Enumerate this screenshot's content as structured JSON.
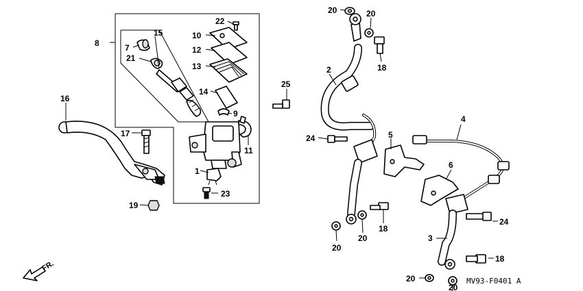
{
  "figure_code": "MV93-F0401 A",
  "direction_label": "FR.",
  "callouts": {
    "c1": "1",
    "c2": "2",
    "c3": "3",
    "c4": "4",
    "c5": "5",
    "c6": "6",
    "c7": "7",
    "c8": "8",
    "c9": "9",
    "c10": "10",
    "c11": "11",
    "c12": "12",
    "c13": "13",
    "c14": "14",
    "c15": "15",
    "c16": "16",
    "c17": "17",
    "c18a": "18",
    "c18b": "18",
    "c18c": "18",
    "c19": "19",
    "c20a": "20",
    "c20b": "20",
    "c20c": "20",
    "c20d": "20",
    "c20e": "20",
    "c20f": "20",
    "c21": "21",
    "c22": "22",
    "c23": "23",
    "c24a": "24",
    "c24b": "24",
    "c25": "25"
  }
}
